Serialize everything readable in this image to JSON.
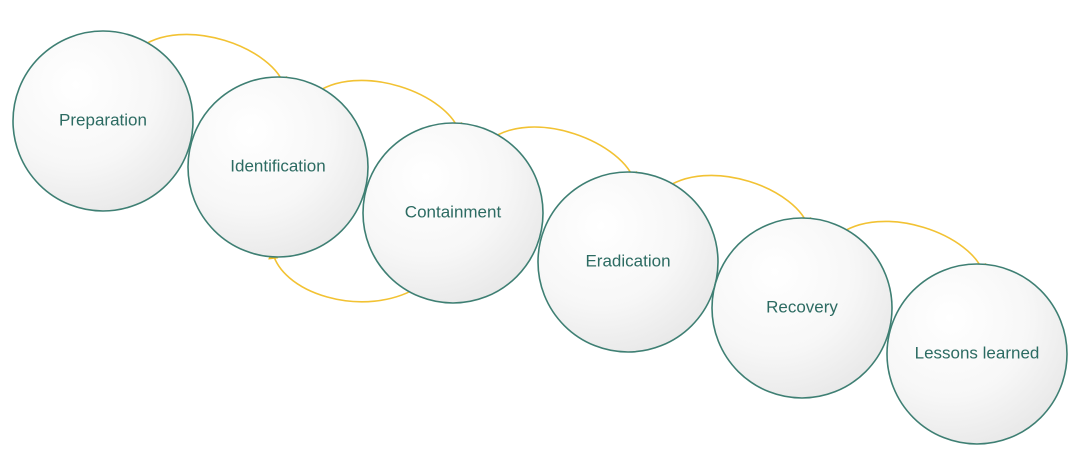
{
  "diagram": {
    "stages": [
      {
        "id": "preparation",
        "label": "Preparation"
      },
      {
        "id": "identification",
        "label": "Identification"
      },
      {
        "id": "containment",
        "label": "Containment"
      },
      {
        "id": "eradication",
        "label": "Eradication"
      },
      {
        "id": "recovery",
        "label": "Recovery"
      },
      {
        "id": "lessons-learned",
        "label": "Lessons learned"
      }
    ],
    "arrows": [
      {
        "from": "preparation",
        "to": "identification"
      },
      {
        "from": "identification",
        "to": "containment"
      },
      {
        "from": "containment",
        "to": "eradication"
      },
      {
        "from": "eradication",
        "to": "recovery"
      },
      {
        "from": "recovery",
        "to": "lessons-learned"
      },
      {
        "from": "containment",
        "to": "identification"
      }
    ],
    "colors": {
      "circle_stroke": "#3e7f73",
      "circle_fill_light": "#ffffff",
      "circle_fill_dark": "#ececec",
      "label_text": "#2c6b62",
      "arrow": "#f2c233"
    }
  }
}
